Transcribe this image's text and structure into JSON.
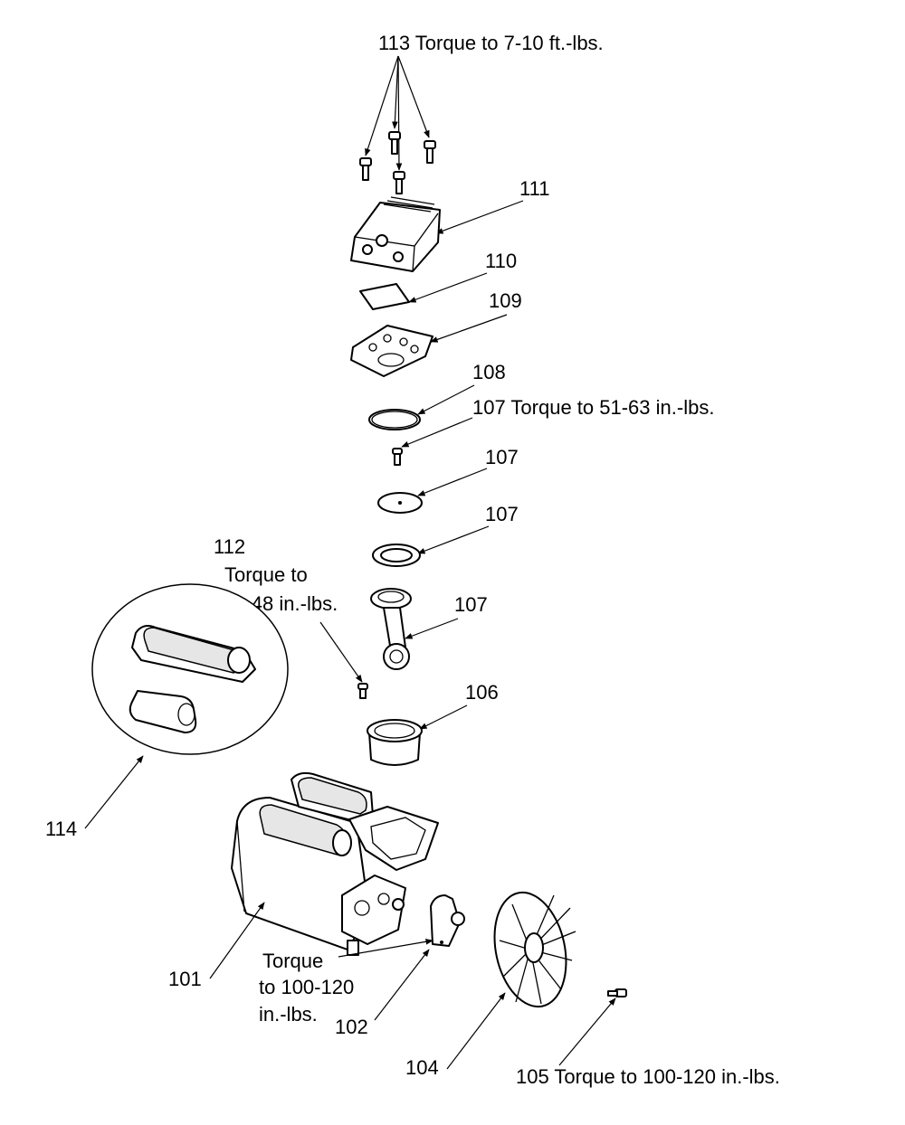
{
  "callouts": {
    "c113": "113 Torque to 7-10 ft.-lbs.",
    "c111": "111",
    "c110": "110",
    "c109": "109",
    "c108": "108",
    "c107a": "107 Torque to 51-63 in.-lbs.",
    "c107b": "107",
    "c107c": "107",
    "c107d": "107",
    "c112_num": "112",
    "c112_l1": "Torque to",
    "c112_l2": "42-48 in.-lbs.",
    "c106": "106",
    "c114": "114",
    "c101": "101",
    "c102_l1": "Torque",
    "c102_l2": "to 100-120",
    "c102_l3": "in.-lbs.",
    "c102_num": "102",
    "c104": "104",
    "c105": "105 Torque to 100-120 in.-lbs."
  },
  "icons": {
    "arrow": "arrowhead",
    "screw": "screw-icon"
  }
}
